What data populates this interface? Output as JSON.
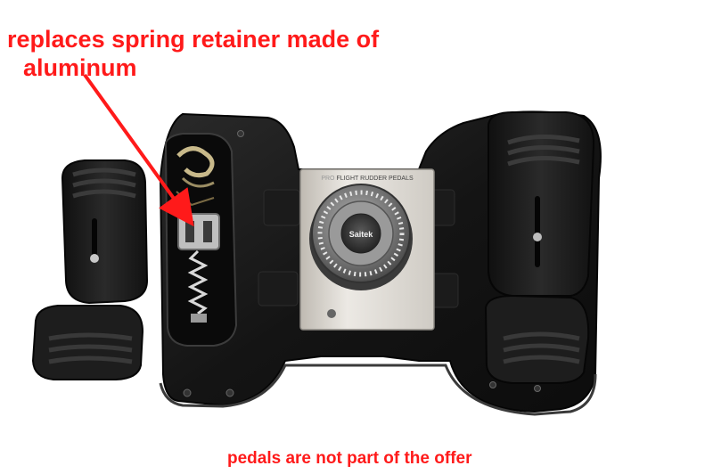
{
  "annotation": {
    "line1": "replaces spring retainer made of",
    "line2": "aluminum",
    "color": "#ff1a1a"
  },
  "footer": {
    "text": "pedals are not part of the offer"
  },
  "device": {
    "panel_label_prefix": "PRO",
    "panel_label": "FLIGHT RUDDER PEDALS",
    "hub_logo": "Saitek"
  },
  "colors": {
    "background": "#ffffff",
    "body": "#161616",
    "pedal": "#1c1c1c",
    "panel": "#d7d4cf",
    "hub": "#8a8a8a",
    "annotation": "#ff1a1a"
  }
}
